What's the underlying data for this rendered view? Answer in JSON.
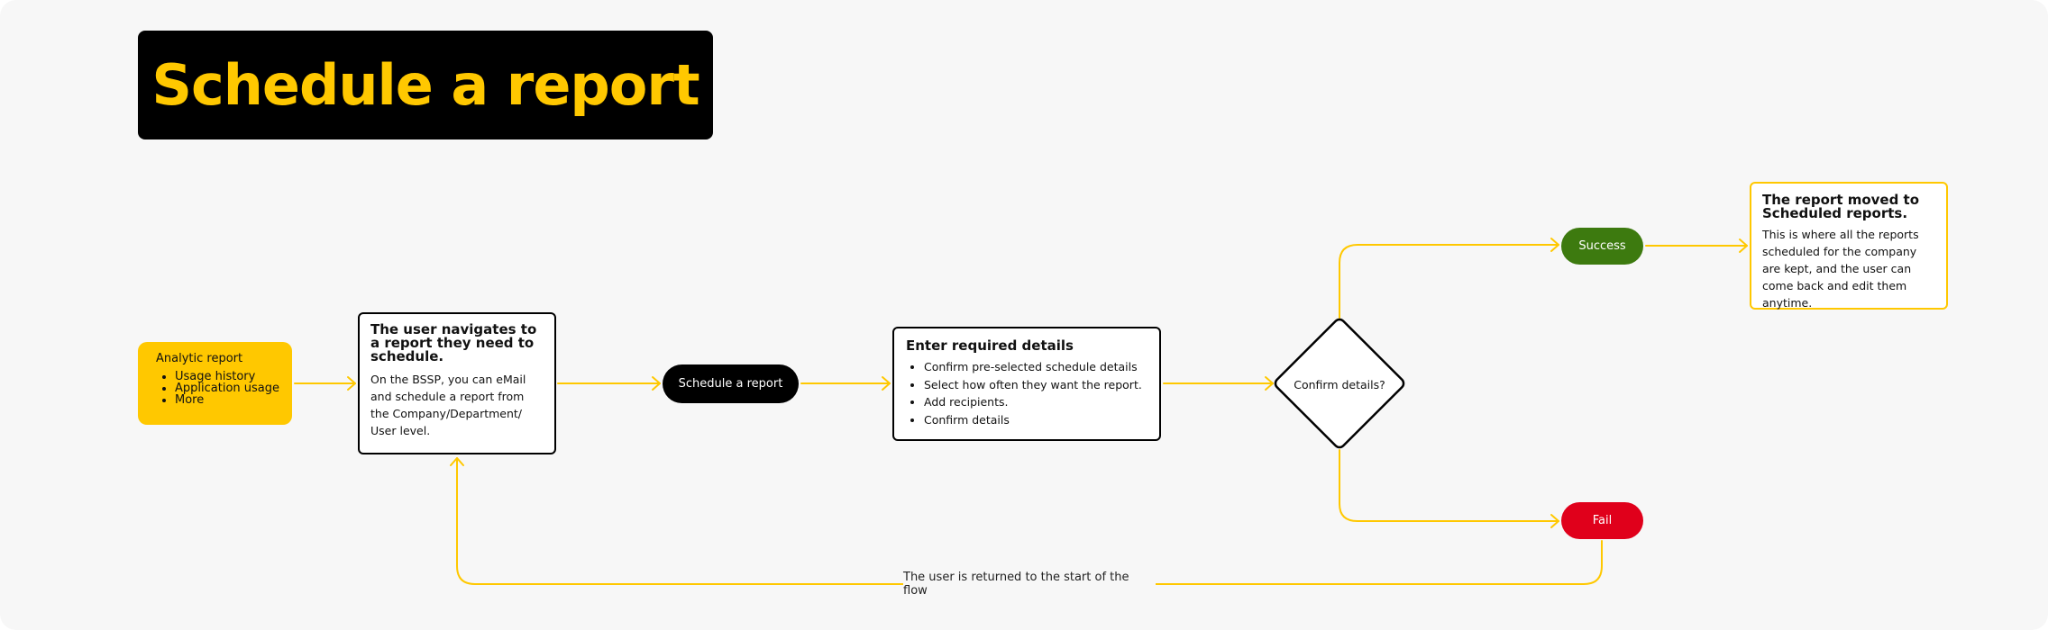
{
  "title": "Schedule a report",
  "colors": {
    "accent": "#ffc800",
    "dark": "#000000",
    "success": "#3d7a0f",
    "fail": "#e0001b",
    "background": "#f7f7f7"
  },
  "start_node": {
    "label": "Analytic report",
    "items": [
      "Usage history",
      "Application usage",
      "More"
    ]
  },
  "nav_card": {
    "heading": "The user navigates to a report they need to schedule.",
    "body": "On the BSSP, you can eMail and schedule a report from the Company/Department/ User level."
  },
  "schedule_pill": "Schedule a report",
  "details_card": {
    "heading": "Enter required details",
    "items": [
      "Confirm pre-selected schedule details",
      "Select how often they want the report.",
      "Add recipients.",
      "Confirm details"
    ]
  },
  "decision": "Confirm details?",
  "success_pill": "Success",
  "fail_pill": "Fail",
  "result_card": {
    "heading": "The report moved to Scheduled reports.",
    "body": "This is where all the reports scheduled for the company are kept, and the user can come back and edit them anytime."
  },
  "return_label": "The user is returned to the start of the flow"
}
